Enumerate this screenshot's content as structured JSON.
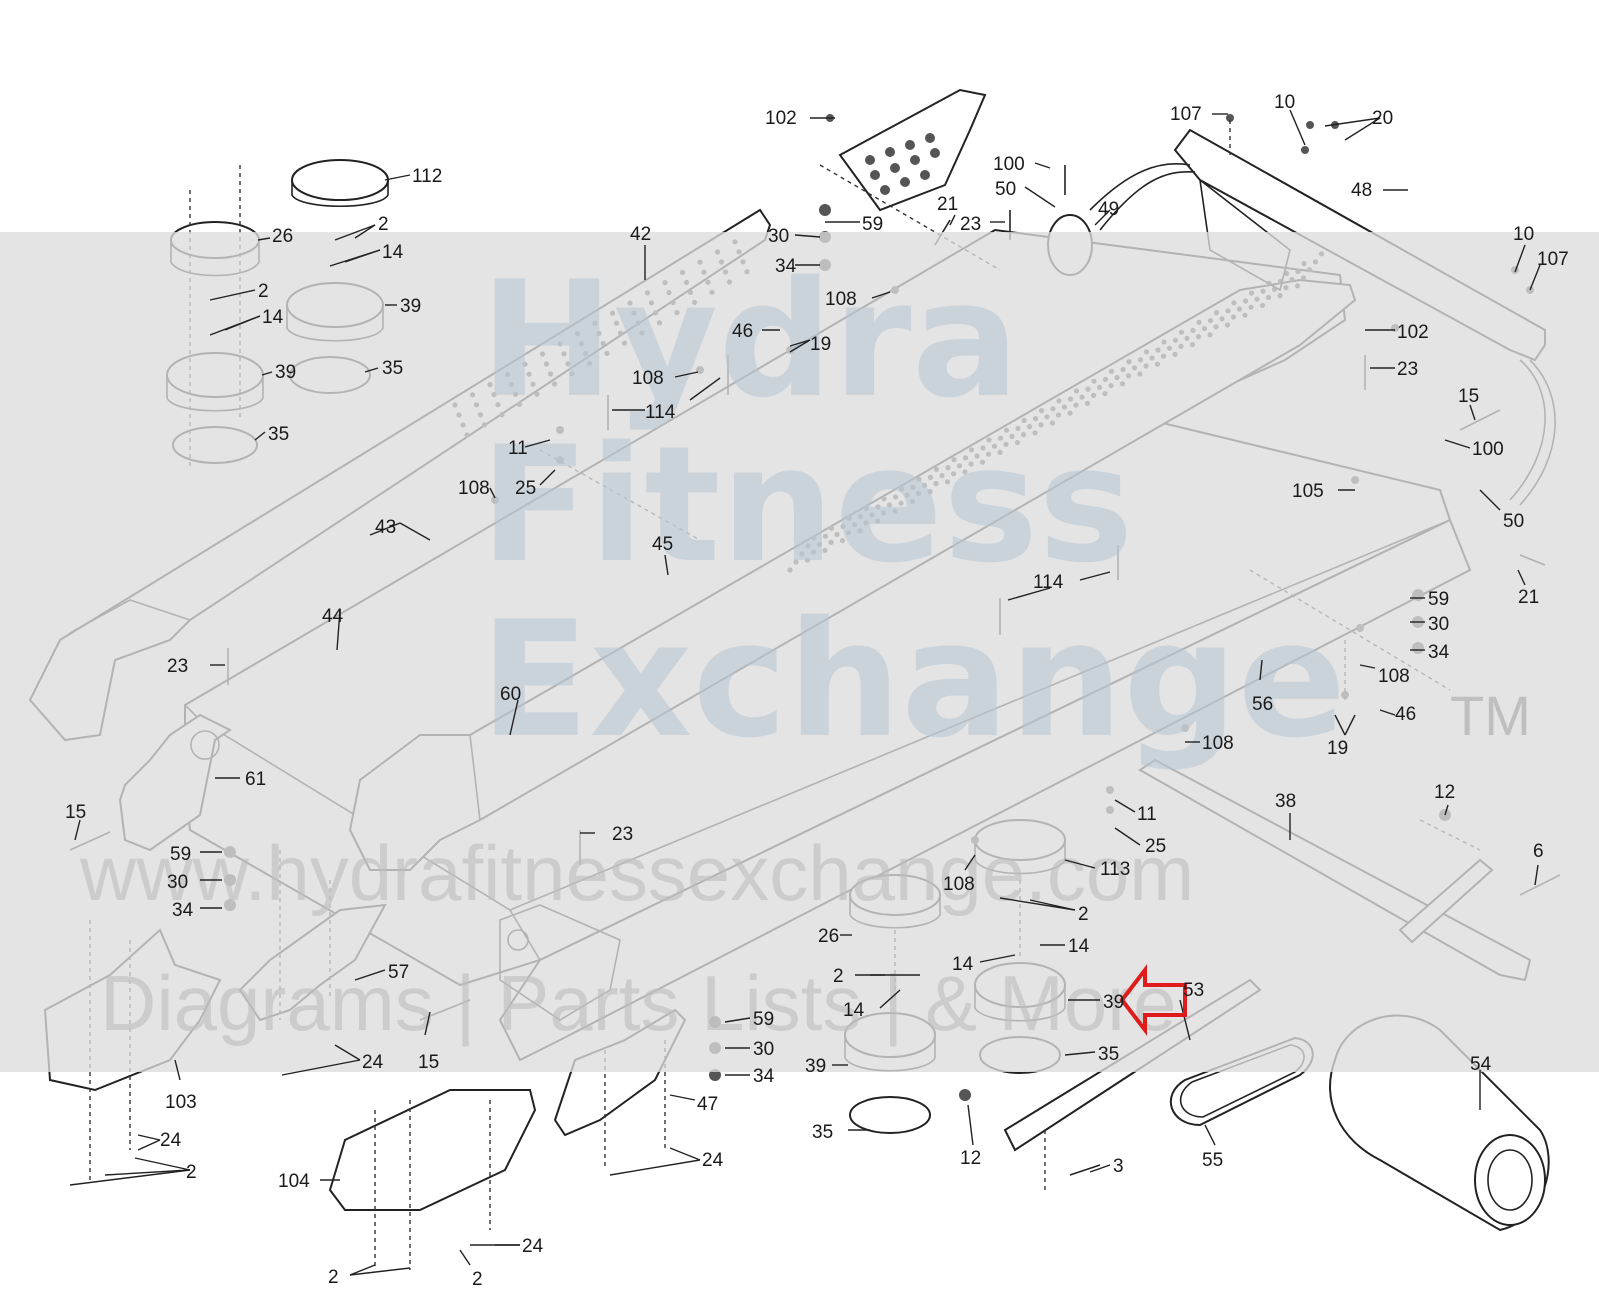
{
  "watermark": {
    "line1": "Hydra",
    "line2": "Fitness",
    "line3": "Exchange",
    "trademark": "TM",
    "url": "www.hydrafitnessexchange.com",
    "tagline": "Diagrams | Parts Lists | & More"
  },
  "highlight": {
    "color": "#e01b1b",
    "points_to": "39"
  },
  "callouts": [
    {
      "id": "c102a",
      "label": "102"
    },
    {
      "id": "c107a",
      "label": "107"
    },
    {
      "id": "c10a",
      "label": "10"
    },
    {
      "id": "c20",
      "label": "20"
    },
    {
      "id": "c48",
      "label": "48"
    },
    {
      "id": "c10b",
      "label": "10"
    },
    {
      "id": "c107b",
      "label": "107"
    },
    {
      "id": "c112",
      "label": "112"
    },
    {
      "id": "c26a",
      "label": "26"
    },
    {
      "id": "c2a",
      "label": "2"
    },
    {
      "id": "c14a",
      "label": "14"
    },
    {
      "id": "c2b",
      "label": "2"
    },
    {
      "id": "c14b",
      "label": "14"
    },
    {
      "id": "c39a",
      "label": "39"
    },
    {
      "id": "c39b",
      "label": "39"
    },
    {
      "id": "c35a",
      "label": "35"
    },
    {
      "id": "c35b",
      "label": "35"
    },
    {
      "id": "c42",
      "label": "42"
    },
    {
      "id": "c100a",
      "label": "100"
    },
    {
      "id": "c50a",
      "label": "50"
    },
    {
      "id": "c49",
      "label": "49"
    },
    {
      "id": "c21a",
      "label": "21"
    },
    {
      "id": "c23a",
      "label": "23"
    },
    {
      "id": "c59a",
      "label": "59"
    },
    {
      "id": "c30a",
      "label": "30"
    },
    {
      "id": "c34a",
      "label": "34"
    },
    {
      "id": "c108a",
      "label": "108"
    },
    {
      "id": "c46a",
      "label": "46"
    },
    {
      "id": "c19a",
      "label": "19"
    },
    {
      "id": "c102b",
      "label": "102"
    },
    {
      "id": "c23b",
      "label": "23"
    },
    {
      "id": "c15a",
      "label": "15"
    },
    {
      "id": "c100b",
      "label": "100"
    },
    {
      "id": "c108b",
      "label": "108"
    },
    {
      "id": "c114a",
      "label": "114"
    },
    {
      "id": "c11a",
      "label": "11"
    },
    {
      "id": "c25a",
      "label": "25"
    },
    {
      "id": "c108c",
      "label": "108"
    },
    {
      "id": "c105",
      "label": "105"
    },
    {
      "id": "c50b",
      "label": "50"
    },
    {
      "id": "c21b",
      "label": "21"
    },
    {
      "id": "c43",
      "label": "43"
    },
    {
      "id": "c45",
      "label": "45"
    },
    {
      "id": "c114b",
      "label": "114"
    },
    {
      "id": "c59b",
      "label": "59"
    },
    {
      "id": "c30b",
      "label": "30"
    },
    {
      "id": "c34b",
      "label": "34"
    },
    {
      "id": "c44",
      "label": "44"
    },
    {
      "id": "c23c",
      "label": "23"
    },
    {
      "id": "c60",
      "label": "60"
    },
    {
      "id": "c56",
      "label": "56"
    },
    {
      "id": "c108d",
      "label": "108"
    },
    {
      "id": "c46b",
      "label": "46"
    },
    {
      "id": "c19b",
      "label": "19"
    },
    {
      "id": "c108e",
      "label": "108"
    },
    {
      "id": "c61",
      "label": "61"
    },
    {
      "id": "c15b",
      "label": "15"
    },
    {
      "id": "c59c",
      "label": "59"
    },
    {
      "id": "c30c",
      "label": "30"
    },
    {
      "id": "c34c",
      "label": "34"
    },
    {
      "id": "c23d",
      "label": "23"
    },
    {
      "id": "c11b",
      "label": "11"
    },
    {
      "id": "c25b",
      "label": "25"
    },
    {
      "id": "c113",
      "label": "113"
    },
    {
      "id": "c108f",
      "label": "108"
    },
    {
      "id": "c38",
      "label": "38"
    },
    {
      "id": "c12a",
      "label": "12"
    },
    {
      "id": "c6",
      "label": "6"
    },
    {
      "id": "c2c",
      "label": "2"
    },
    {
      "id": "c26b",
      "label": "26"
    },
    {
      "id": "c14c",
      "label": "14"
    },
    {
      "id": "c14d",
      "label": "14"
    },
    {
      "id": "c2d",
      "label": "2"
    },
    {
      "id": "c57",
      "label": "57"
    },
    {
      "id": "c14e",
      "label": "14"
    },
    {
      "id": "c39c",
      "label": "39"
    },
    {
      "id": "c53",
      "label": "53"
    },
    {
      "id": "c59d",
      "label": "59"
    },
    {
      "id": "c30d",
      "label": "30"
    },
    {
      "id": "c34d",
      "label": "34"
    },
    {
      "id": "c15c",
      "label": "15"
    },
    {
      "id": "c24a",
      "label": "24"
    },
    {
      "id": "c39d",
      "label": "39"
    },
    {
      "id": "c35c",
      "label": "35"
    },
    {
      "id": "c103",
      "label": "103"
    },
    {
      "id": "c47",
      "label": "47"
    },
    {
      "id": "c54",
      "label": "54"
    },
    {
      "id": "c35d",
      "label": "35"
    },
    {
      "id": "c12b",
      "label": "12"
    },
    {
      "id": "c24b",
      "label": "24"
    },
    {
      "id": "c24c",
      "label": "24"
    },
    {
      "id": "c2e",
      "label": "2"
    },
    {
      "id": "c3",
      "label": "3"
    },
    {
      "id": "c55",
      "label": "55"
    },
    {
      "id": "c104",
      "label": "104"
    },
    {
      "id": "c24d",
      "label": "24"
    },
    {
      "id": "c2f",
      "label": "2"
    },
    {
      "id": "c2g",
      "label": "2"
    }
  ]
}
